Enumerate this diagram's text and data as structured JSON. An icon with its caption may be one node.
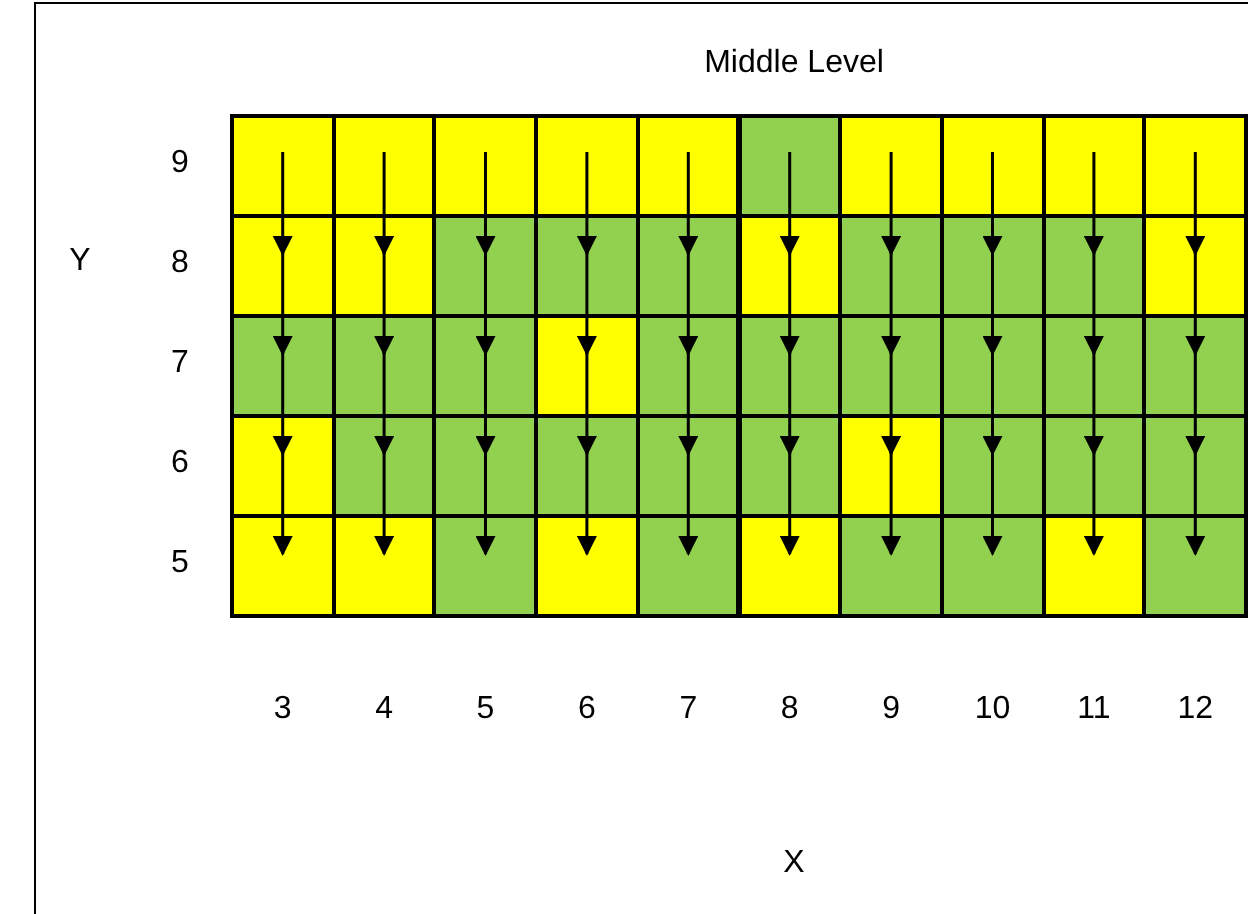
{
  "diagram": {
    "title": "Middle Level",
    "nodes": [
      {
        "text": [],
        "shape": "box"
      },
      {
        "text": [],
        "shape": "box"
      },
      {
        "text": [],
        "shape": "box"
      },
      {
        "text": [],
        "shape": "box"
      },
      {
        "text": [],
        "shape": "box"
      },
      {
        "text": [],
        "shape": "box"
      },
      {
        "text": [],
        "shape": "box"
      },
      {
        "text": [],
        "shape": "box"
      },
      {
        "text": [],
        "shape": "box"
      },
      {
        "text": [],
        "shape": "box"
      },
      {
        "text": [],
        "shape": "box"
      },
      {
        "text": [],
        "shape": "box"
      },
      {
        "text": [],
        "shape": "box"
      },
      {
        "text": [],
        "shape": "box"
      },
      {
        "text": [],
        "shape": "box"
      },
      {
        "text": [],
        "shape": "box"
      },
      {
        "text": [],
        "shape": "box"
      },
      {
        "text": [],
        "shape": "box"
      },
      {
        "text": [],
        "shape": "box"
      },
      {
        "text": [],
        "shape": "box"
      },
      {
        "text": [],
        "shape": "box"
      },
      {
        "text": [],
        "shape": "box"
      },
      {
        "text": [],
        "shape": "box"
      },
      {
        "text": [],
        "shape": "box"
      },
      {
        "text": [],
        "shape": "box"
      },
      {
        "text": [],
        "shape": "box"
      },
      {
        "text": [],
        "shape": "box"
      },
      {
        "text": [],
        "shape": "box"
      },
      {
        "text": [],
        "shape": "box"
      },
      {
        "text": [],
        "shape": "box"
      },
      {
        "text": [],
        "shape": "box"
      },
      {
        "text": [],
        "shape": "box"
      },
      {
        "text": [],
        "shape": "box"
      },
      {
        "text": [],
        "shape": "box"
      },
      {
        "text": [],
        "shape": "box"
      },
      {
        "text": [],
        "shape": "box"
      },
      {
        "text": [],
        "shape": "box"
      },
      {
        "text": [],
        "shape": "box"
      },
      {
        "text": [],
        "shape": "box"
      },
      {
        "text": [],
        "shape": "box"
      },
      {
        "text": [],
        "shape": "box"
      },
      {
        "text": [],
        "shape": "box"
      },
      {
        "text": [],
        "shape": "box"
      },
      {
        "text": [],
        "shape": "box"
      },
      {
        "text": [],
        "shape": "box"
      },
      {
        "text": [],
        "shape": "box"
      },
      {
        "text": [],
        "shape": "box"
      },
      {
        "text": [],
        "shape": "box"
      },
      {
        "text": [],
        "shape": "box"
      },
      {
        "text": [],
        "shape": "box"
      }
    ],
    "edges": [
      {
        "from": 0,
        "to": 10,
        "arrow": "to"
      },
      {
        "from": 1,
        "to": 11,
        "arrow": "to"
      },
      {
        "from": 2,
        "to": 12,
        "arrow": "to"
      },
      {
        "from": 3,
        "to": 13,
        "arrow": "to"
      },
      {
        "from": 4,
        "to": 14,
        "arrow": "to"
      },
      {
        "from": 5,
        "to": 15,
        "arrow": "to"
      },
      {
        "from": 6,
        "to": 16,
        "arrow": "to"
      },
      {
        "from": 7,
        "to": 17,
        "arrow": "to"
      },
      {
        "from": 8,
        "to": 18,
        "arrow": "to"
      },
      {
        "from": 9,
        "to": 19,
        "arrow": "to"
      },
      {
        "from": 10,
        "to": 20,
        "arrow": "to"
      },
      {
        "from": 11,
        "to": 21,
        "arrow": "to"
      },
      {
        "from": 12,
        "to": 22,
        "arrow": "to"
      },
      {
        "from": 13,
        "to": 23,
        "arrow": "to"
      },
      {
        "from": 14,
        "to": 24,
        "arrow": "to"
      },
      {
        "from": 15,
        "to": 25,
        "arrow": "to"
      },
      {
        "from": 16,
        "to": 26,
        "arrow": "to"
      },
      {
        "from": 17,
        "to": 27,
        "arrow": "to"
      },
      {
        "from": 18,
        "to": 28,
        "arrow": "to"
      },
      {
        "from": 19,
        "to": 29,
        "arrow": "to"
      },
      {
        "from": 20,
        "to": 30,
        "arrow": "to"
      },
      {
        "from": 21,
        "to": 31,
        "arrow": "to"
      },
      {
        "from": 22,
        "to": 32,
        "arrow": "to"
      },
      {
        "from": 23,
        "to": 33,
        "arrow": "to"
      },
      {
        "from": 24,
        "to": 34,
        "arrow": "to"
      },
      {
        "from": 25,
        "to": 35,
        "arrow": "to"
      },
      {
        "from": 26,
        "to": 36,
        "arrow": "to"
      },
      {
        "from": 27,
        "to": 37,
        "arrow": "to"
      },
      {
        "from": 28,
        "to": 38,
        "arrow": "to"
      },
      {
        "from": 29,
        "to": 39,
        "arrow": "to"
      },
      {
        "from": 30,
        "to": 40,
        "arrow": "to"
      },
      {
        "from": 31,
        "to": 41,
        "arrow": "to"
      },
      {
        "from": 32,
        "to": 42,
        "arrow": "to"
      },
      {
        "from": 33,
        "to": 43,
        "arrow": "to"
      },
      {
        "from": 34,
        "to": 44,
        "arrow": "to"
      },
      {
        "from": 35,
        "to": 45,
        "arrow": "to"
      },
      {
        "from": 36,
        "to": 46,
        "arrow": "to"
      },
      {
        "from": 37,
        "to": 47,
        "arrow": "to"
      },
      {
        "from": 38,
        "to": 48,
        "arrow": "to"
      },
      {
        "from": 39,
        "to": 49,
        "arrow": "to"
      }
    ],
    "labels": [
      "9",
      "Y",
      "8",
      "7",
      "6",
      "5",
      "3",
      "4",
      "5",
      "6",
      "7",
      "8",
      "9",
      "10",
      "11",
      "12",
      "X"
    ]
  }
}
